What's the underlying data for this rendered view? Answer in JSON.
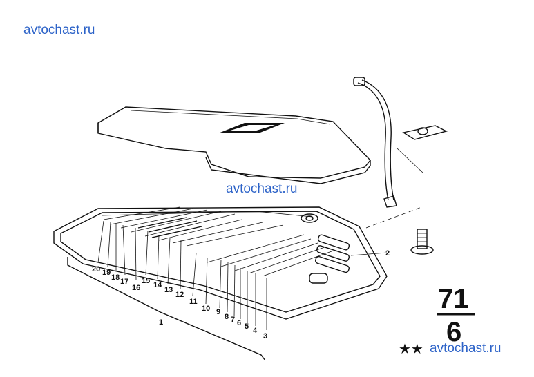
{
  "watermarks": [
    "avtochast.ru",
    "avtochast.ru",
    "avtochast.ru"
  ],
  "catalog": {
    "group_number": "71",
    "subgroup_number": "6",
    "stars": "★★"
  },
  "callouts": [
    "1",
    "2",
    "3",
    "4",
    "5",
    "6",
    "7",
    "8",
    "9",
    "10",
    "11",
    "12",
    "13",
    "14",
    "15",
    "16",
    "17",
    "18",
    "19",
    "20"
  ]
}
